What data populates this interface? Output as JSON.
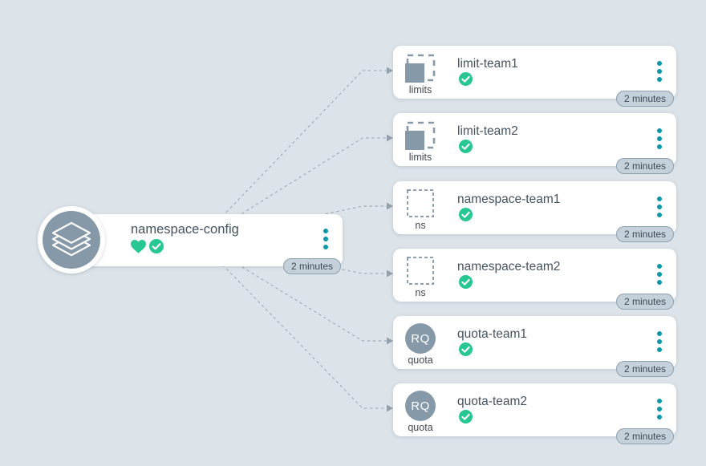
{
  "colors": {
    "background": "#dce3e9",
    "card": "#ffffff",
    "slate": "#8599a9",
    "teal": "#0898a9",
    "green": "#26c793",
    "edge": "#a2afba",
    "arrow": "#93a1ad",
    "badge_bg": "#c4d1da",
    "badge_border": "#8da0ae",
    "badge_text": "#3d4b56",
    "title_text": "#44535f",
    "label_text": "#3f4a52"
  },
  "app_node": {
    "title": "namespace-config",
    "badge": "2 minutes",
    "icon": "layers-icon",
    "status_icons": [
      "heart-healthy-icon",
      "check-synced-icon"
    ]
  },
  "resources": [
    {
      "title": "limit-team1",
      "kind": "limits",
      "icon": "limitrange-dashed-square-icon",
      "badge": "2 minutes",
      "status_icon": "check-synced-icon"
    },
    {
      "title": "limit-team2",
      "kind": "limits",
      "icon": "limitrange-dashed-square-icon",
      "badge": "2 minutes",
      "status_icon": "check-synced-icon"
    },
    {
      "title": "namespace-team1",
      "kind": "ns",
      "icon": "namespace-dashed-square-icon",
      "badge": "2 minutes",
      "status_icon": "check-synced-icon"
    },
    {
      "title": "namespace-team2",
      "kind": "ns",
      "icon": "namespace-dashed-square-icon",
      "badge": "2 minutes",
      "status_icon": "check-synced-icon"
    },
    {
      "title": "quota-team1",
      "kind": "quota",
      "icon": "resourcequota-circle-icon",
      "icon_text": "RQ",
      "badge": "2 minutes",
      "status_icon": "check-synced-icon"
    },
    {
      "title": "quota-team2",
      "kind": "quota",
      "icon": "resourcequota-circle-icon",
      "icon_text": "RQ",
      "badge": "2 minutes",
      "status_icon": "check-synced-icon"
    }
  ],
  "edges": {
    "source": "namespace-config",
    "targets": [
      "limit-team1",
      "limit-team2",
      "namespace-team1",
      "namespace-team2",
      "quota-team1",
      "quota-team2"
    ]
  }
}
